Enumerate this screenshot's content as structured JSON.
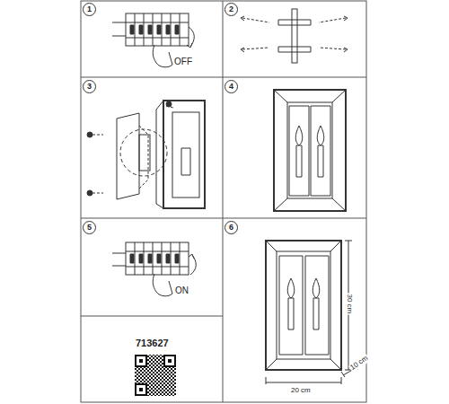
{
  "diagram": {
    "nodes": [
      {
        "text": [
          "1"
        ]
      },
      {
        "text": [
          "2"
        ]
      },
      {
        "text": [
          "3"
        ]
      },
      {
        "text": [
          "4"
        ]
      },
      {
        "text": [
          "5"
        ]
      },
      {
        "text": [
          "6"
        ]
      }
    ],
    "labels": [
      "OFF",
      "ON",
      "713627",
      "30 cm",
      "20 cm",
      "10 cm"
    ]
  }
}
